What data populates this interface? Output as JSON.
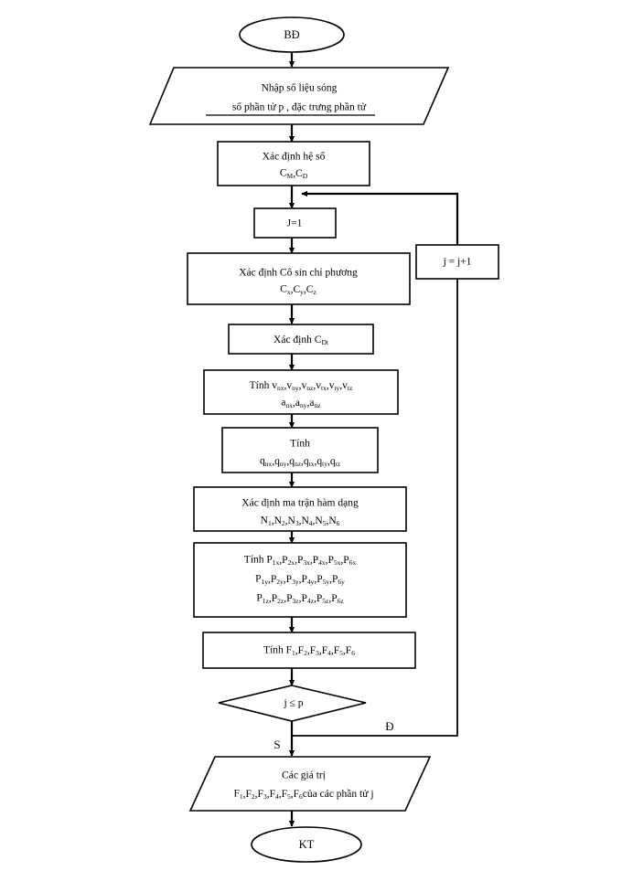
{
  "diagram": {
    "title": "Wave load element force calculation flowchart",
    "language": "vi",
    "stroke_color": "#000000",
    "fill_color": "#ffffff"
  },
  "nodes": {
    "start": {
      "type": "terminator",
      "label": "BĐ"
    },
    "input": {
      "type": "input-output",
      "line1": "Nhập số liệu sóng",
      "line2": "số phần tử p , đặc trưng phần tử"
    },
    "coefficients": {
      "type": "process",
      "line1": "Xác định hệ số",
      "line2_main": "C",
      "line2_sub1": "M",
      "line2_mid": ",C",
      "line2_sub2": "D",
      "line2_plain": "CM,CD"
    },
    "init_j": {
      "type": "process",
      "label": "J=1"
    },
    "increment_j": {
      "type": "process",
      "label": "j = j+1"
    },
    "direction_cosines": {
      "type": "process",
      "line1": "Xác định Cô sin chỉ phương",
      "line2_plain": "Cx,Cy,Cz"
    },
    "cdt": {
      "type": "process",
      "label_prefix": "Xác định C",
      "label_sub": "Dt",
      "label_plain": "Xác định CDt"
    },
    "velocities": {
      "type": "process",
      "line1_prefix": "Tính ",
      "line1_plain": "Tính vnx,vny,vnz,vtx,vty,vtz",
      "line2_plain": "anx,any,anz"
    },
    "distributed_loads": {
      "type": "process",
      "line1": "Tính",
      "line2_plain": "qnx,qny,qnz,qtx,qty,qtz"
    },
    "shape_functions": {
      "type": "process",
      "line1": "Xác định ma trận hàm dạng",
      "line2_plain": "N1,N2,N3,N4,N5,N6"
    },
    "nodal_forces": {
      "type": "process",
      "line1_plain": "Tính  P1x,P2x,P3x,P4x,P5x,P6x",
      "line2_plain": "P1y,P2y,P3y,P4y,P5y,P6y",
      "line3_plain": "P1z,P2z,P3z,P4z,P5z,P6z"
    },
    "element_forces": {
      "type": "process",
      "line1_plain": "Tính F1,F2,F3,F4,F5,F6"
    },
    "decision": {
      "type": "decision",
      "label": "j ≤ p"
    },
    "output": {
      "type": "input-output",
      "line1": "Các giá trị",
      "line2_plain": "F1,F2,F3,F4,F5,F6của các phần tử j"
    },
    "end": {
      "type": "terminator",
      "label": "KT"
    }
  },
  "edge_labels": {
    "decision_true": "Đ",
    "decision_false": "S"
  }
}
